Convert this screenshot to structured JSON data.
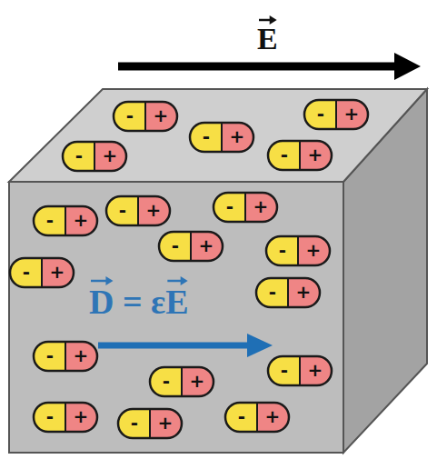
{
  "diagram": {
    "labels": [
      "E",
      "D = εE",
      "-",
      "+",
      "-",
      "+",
      "-",
      "+",
      "-",
      "+",
      "-",
      "+",
      "-",
      "+",
      "-",
      "+",
      "-",
      "+",
      "-",
      "+",
      "-",
      "+",
      "-",
      "+",
      "-",
      "+",
      "-",
      "+",
      "-",
      "+",
      "-",
      "+",
      "-",
      "+",
      "-",
      "+",
      "-",
      "+"
    ]
  }
}
